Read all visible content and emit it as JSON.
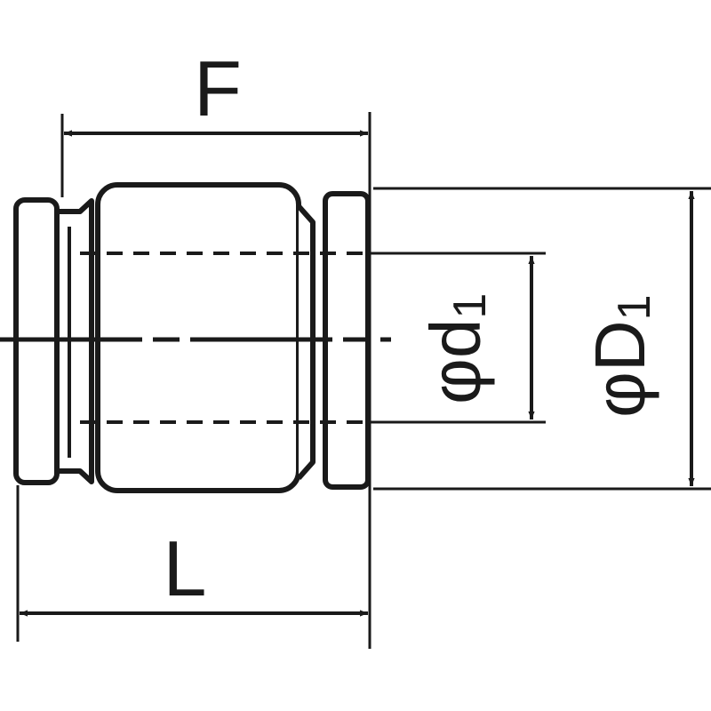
{
  "labels": {
    "F": "F",
    "L": "L",
    "d1": {
      "symbol": "φ",
      "letter": "d",
      "sub": "1"
    },
    "D1": {
      "symbol": "φ",
      "letter": "D",
      "sub": "1"
    }
  },
  "colors": {
    "ink": "#1a1a1a",
    "background": "#ffffff"
  }
}
